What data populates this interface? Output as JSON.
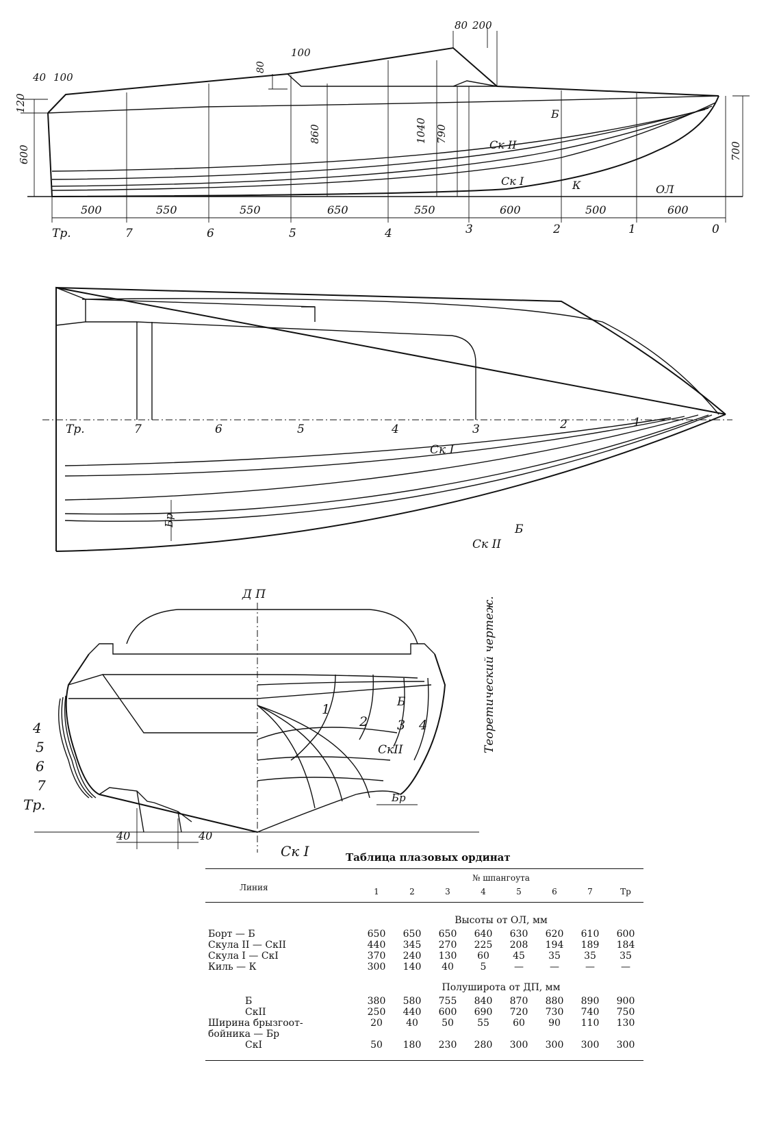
{
  "side_view": {
    "dims_top": [
      "40",
      "100",
      "100",
      "80",
      "80",
      "200"
    ],
    "heights": [
      "120",
      "600",
      "860",
      "1040",
      "790",
      "700"
    ],
    "spacing": [
      "500",
      "550",
      "550",
      "650",
      "550",
      "600",
      "500",
      "600"
    ],
    "stations": [
      "Тр.",
      "7",
      "6",
      "5",
      "4",
      "3",
      "2",
      "1",
      "0"
    ],
    "labels": {
      "b": "Б",
      "sk2": "Ск II",
      "sk1": "Ск I",
      "k": "К",
      "ol": "ОЛ"
    }
  },
  "plan_view": {
    "stations": [
      "Тр.",
      "7",
      "6",
      "5",
      "4",
      "3",
      "2",
      "1"
    ],
    "labels": {
      "sk1": "Ск I",
      "sk2": "Ск II",
      "b": "Б",
      "br": "Бр"
    }
  },
  "body_plan": {
    "dp": "Д П",
    "caption": "Теоретический чертеж.",
    "left_stations": [
      "4",
      "5",
      "6",
      "7",
      "Тр."
    ],
    "right_stations": [
      "1",
      "2",
      "3",
      "4"
    ],
    "labels": {
      "b": "Б",
      "sk2": "СкII",
      "br": "Бр",
      "sk1": "Ск I"
    },
    "dims": [
      "40",
      "40"
    ]
  },
  "table": {
    "title": "Таблица плазовых ординат",
    "col_line": "Линия",
    "col_frames": "№ шпангоута",
    "frames": [
      "1",
      "2",
      "3",
      "4",
      "5",
      "6",
      "7",
      "Тр"
    ],
    "section1": "Высоты от ОЛ, мм",
    "section2": "Полуширота от ДП, мм",
    "rows1": [
      {
        "name": "Борт — Б",
        "values": [
          "650",
          "650",
          "650",
          "640",
          "630",
          "620",
          "610",
          "600"
        ]
      },
      {
        "name": "Скула II — СкII",
        "values": [
          "440",
          "345",
          "270",
          "225",
          "208",
          "194",
          "189",
          "184"
        ]
      },
      {
        "name": "Скула I — СкI",
        "values": [
          "370",
          "240",
          "130",
          "60",
          "45",
          "35",
          "35",
          "35"
        ]
      },
      {
        "name": "Киль — К",
        "values": [
          "300",
          "140",
          "40",
          "5",
          "—",
          "—",
          "—",
          "—"
        ]
      }
    ],
    "rows2": [
      {
        "name": "Б",
        "values": [
          "380",
          "580",
          "755",
          "840",
          "870",
          "880",
          "890",
          "900"
        ]
      },
      {
        "name": "СкII",
        "values": [
          "250",
          "440",
          "600",
          "690",
          "720",
          "730",
          "740",
          "750"
        ]
      },
      {
        "name": "Ширина брызгоот-",
        "values": [
          "20",
          "40",
          "50",
          "55",
          "60",
          "90",
          "110",
          "130"
        ]
      },
      {
        "name": "бойника — Бр",
        "values": [
          "",
          "",
          "",
          "",
          "",
          "",
          "",
          ""
        ]
      },
      {
        "name": "СкI",
        "values": [
          "50",
          "180",
          "230",
          "280",
          "300",
          "300",
          "300",
          "300"
        ]
      }
    ]
  }
}
